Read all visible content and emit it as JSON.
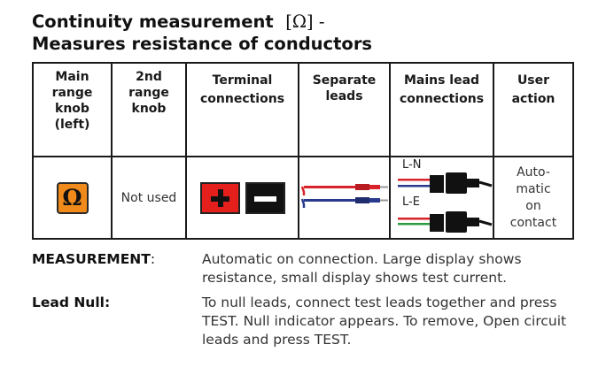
{
  "title": {
    "line1_text": "Continuity measurement",
    "line1_symbol": "[Ω] -",
    "line2": "Measures resistance of conductors"
  },
  "table": {
    "headers": [
      [
        "Main",
        "range",
        "knob",
        "(left)"
      ],
      [
        "2nd",
        "range",
        "knob"
      ],
      [
        "Terminal",
        "connections"
      ],
      [
        "Separate",
        "leads"
      ],
      [
        "Mains lead",
        "connections"
      ],
      [
        "User",
        "action"
      ]
    ],
    "row": {
      "main_knob_symbol": "Ω",
      "second_knob": "Not used",
      "terminals": [
        "plus-terminal-icon",
        "minus-terminal-icon"
      ],
      "separate_leads": [
        "red-test-lead-icon",
        "blue-test-lead-icon"
      ],
      "mains_labels": [
        "L-N",
        "L-E"
      ],
      "user_action": [
        "Auto-",
        "matic",
        "on",
        "contact"
      ]
    }
  },
  "colors": {
    "badge_orange": "#f08a1a",
    "terminal_red": "#e5201c",
    "lead_red": "#d8232a",
    "lead_blue": "#2a3b8f",
    "lead_green": "#2e9b45"
  },
  "measurement": {
    "key": "MEASUREMENT",
    "colon": ":",
    "text": "Automatic on connection. Large display shows resistance, small display shows test current."
  },
  "lead_null": {
    "key": "Lead Null:",
    "text": "To null leads, connect test leads together and press TEST. Null indicator appears. To remove, Open circuit leads and press TEST."
  }
}
